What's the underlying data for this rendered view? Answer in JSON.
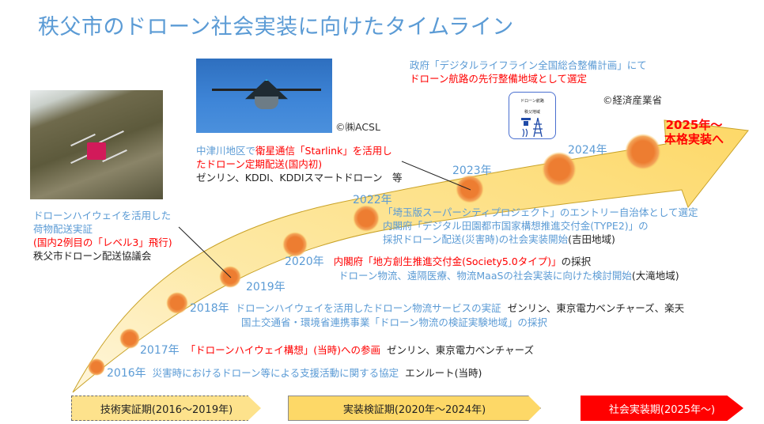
{
  "title": "秩父市のドローン社会実装に向けたタイムライン",
  "photos": {
    "forest_drone": {
      "description": "drone-photo-forest"
    },
    "sky_drone": {
      "description": "drone-photo-sky",
      "credit": "©㈱ACSL"
    }
  },
  "callouts": {
    "government": {
      "line1": "政府「デジタルライフライン全国総合整備計画」にて",
      "line2": "ドローン航路の先行整備地域として選定",
      "credit": "©経済産業省",
      "icon_label_1": "ドローン航路",
      "icon_label_2": "秩父地域"
    },
    "starlink": {
      "line1_blue": "中津川地区で",
      "line1_red": "衛星通信「Starlink」を活用し",
      "line2_red": "たドローン定期配送(国内初)",
      "line3": "ゼンリン、KDDI、KDDIスマートドローン　等"
    },
    "level3": {
      "line1": "ドローンハイウェイを活用した",
      "line2": "荷物配送実証",
      "line3": "(国内2例目の「レベル3」飛行)",
      "line4": "秩父市ドローン配送協議会"
    },
    "future": {
      "line1": "2025年～",
      "line2": "本格実装へ"
    }
  },
  "timeline": [
    {
      "year": "2016年",
      "blue": "災害時におけるドローン等による支援活動に関する協定",
      "black": "エンルート(当時)"
    },
    {
      "year": "2017年",
      "red": "「ドローンハイウェイ構想」(当時)への参画",
      "black": "ゼンリン、東京電力ベンチャーズ"
    },
    {
      "year": "2018年",
      "blue": "ドローンハイウェイを活用したドローン物流サービスの実証",
      "black": "ゼンリン、東京電力ベンチャーズ、楽天",
      "blue2": "国土交通省・環境省連携事業「ドローン物流の検証実験地域」の採択"
    },
    {
      "year": "2019年"
    },
    {
      "year": "2020年",
      "red": "内閣府「地方創生推進交付金(Society5.0タイプ)」",
      "black": "の採択",
      "blue2": "ドローン物流、遠隔医療、物流MaaSの社会実装に向けた検討開始",
      "black2": "(大滝地域)"
    },
    {
      "year": "2022年",
      "blue": "「埼玉版スーパーシティプロジェクト」のエントリー自治体として選定",
      "blue2": "内閣府「デジタル田園都市国家構想推進交付金(TYPE2)」の",
      "blue3": "採択ドローン配送(災害時)の社会実装開始",
      "black3": "(吉田地域)"
    },
    {
      "year": "2023年"
    },
    {
      "year": "2024年"
    }
  ],
  "phases": [
    {
      "label": "技術実証期(2016～2019年)"
    },
    {
      "label": "実装検証期(2020年～2024年)"
    },
    {
      "label": "社会実装期(2025年～)"
    }
  ],
  "colors": {
    "title": "#5b9bd5",
    "accent_red": "#ff0000",
    "arrow_fill": "#fdd867",
    "dot": "#ed7d31"
  }
}
